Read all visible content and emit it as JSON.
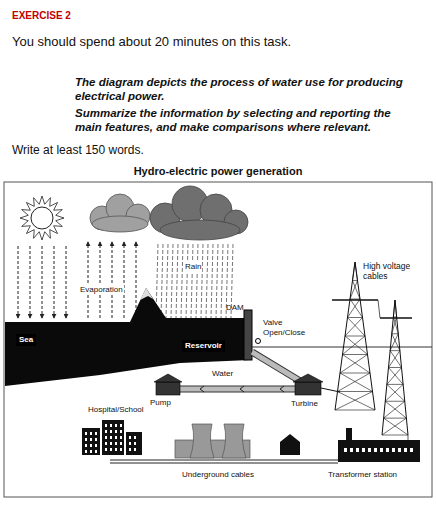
{
  "diagram": {
    "title": "Hydro-electric power generation",
    "nodes": [
      {
        "text": [
          "Sea"
        ]
      },
      {
        "text": [
          "Reservoir"
        ]
      }
    ],
    "labels": [
      "EXERCISE 2",
      "You should spend about 20 minutes on this task.",
      "The diagram depicts the process of water use for producing electrical power.",
      "Summarize the information by selecting and reporting the main features, and make comparisons where relevant.",
      "Write at least 150 words.",
      "Rain",
      "Evaporation",
      "DAM",
      "Valve Open/Close",
      "Water",
      "Pump",
      "Turbine",
      "High voltage cables",
      "Hospital/School",
      "Underground cables",
      "Transformer station"
    ]
  }
}
